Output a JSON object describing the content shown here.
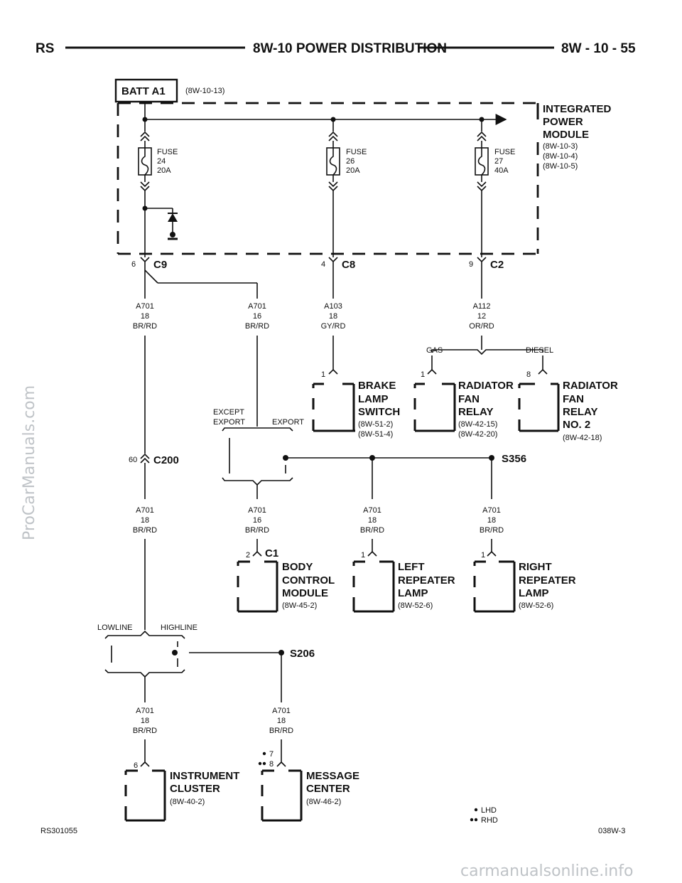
{
  "header": {
    "left": "RS",
    "title": "8W-10 POWER DISTRIBUTION",
    "right": "8W - 10 - 55"
  },
  "source": {
    "label": "BATT A1",
    "ref": "(8W-10-13)"
  },
  "module": {
    "lines": [
      "INTEGRATED",
      "POWER",
      "MODULE"
    ],
    "refs": [
      "(8W-10-3)",
      "(8W-10-4)",
      "(8W-10-5)"
    ]
  },
  "fuses": [
    {
      "lines": [
        "FUSE",
        "24",
        "20A"
      ]
    },
    {
      "lines": [
        "FUSE",
        "26",
        "20A"
      ]
    },
    {
      "lines": [
        "FUSE",
        "27",
        "40A"
      ]
    }
  ],
  "connectors": {
    "c9": {
      "pin": "6",
      "name": "C9"
    },
    "c8": {
      "pin": "4",
      "name": "C8"
    },
    "c2": {
      "pin": "9",
      "name": "C2"
    },
    "c200": {
      "pin": "60",
      "name": "C200"
    },
    "c1": {
      "pin": "2",
      "name": "C1"
    }
  },
  "wires": {
    "w1": [
      "A701",
      "18",
      "BR/RD"
    ],
    "w2": [
      "A701",
      "16",
      "BR/RD"
    ],
    "w3": [
      "A103",
      "18",
      "GY/RD"
    ],
    "w4": [
      "A112",
      "12",
      "OR/RD"
    ],
    "w5": [
      "A701",
      "18",
      "BR/RD"
    ],
    "w6": [
      "A701",
      "16",
      "BR/RD"
    ],
    "w7": [
      "A701",
      "18",
      "BR/RD"
    ],
    "w8": [
      "A701",
      "18",
      "BR/RD"
    ],
    "w9": [
      "A701",
      "18",
      "BR/RD"
    ],
    "w10": [
      "A701",
      "18",
      "BR/RD"
    ]
  },
  "options": {
    "gas": "GAS",
    "diesel": "DIESEL",
    "except_export": [
      "EXCEPT",
      "EXPORT"
    ],
    "export": "EXPORT",
    "lowline": "LOWLINE",
    "highline": "HIGHLINE"
  },
  "splices": {
    "s356": "S356",
    "s206": "S206"
  },
  "components": {
    "brake": {
      "pin": "1",
      "lines": [
        "BRAKE",
        "LAMP",
        "SWITCH"
      ],
      "refs": [
        "(8W-51-2)",
        "(8W-51-4)"
      ]
    },
    "fan1": {
      "pin": "1",
      "lines": [
        "RADIATOR",
        "FAN",
        "RELAY"
      ],
      "refs": [
        "(8W-42-15)",
        "(8W-42-20)"
      ]
    },
    "fan2": {
      "pin": "8",
      "lines": [
        "RADIATOR",
        "FAN",
        "RELAY",
        "NO. 2"
      ],
      "refs": [
        "(8W-42-18)"
      ]
    },
    "bcm": {
      "lines": [
        "BODY",
        "CONTROL",
        "MODULE"
      ],
      "refs": [
        "(8W-45-2)"
      ]
    },
    "left": {
      "pin": "1",
      "lines": [
        "LEFT",
        "REPEATER",
        "LAMP"
      ],
      "refs": [
        "(8W-52-6)"
      ]
    },
    "right": {
      "pin": "1",
      "lines": [
        "RIGHT",
        "REPEATER",
        "LAMP"
      ],
      "refs": [
        "(8W-52-6)"
      ]
    },
    "cluster": {
      "pin": "6",
      "lines": [
        "INSTRUMENT",
        "CLUSTER"
      ],
      "refs": [
        "(8W-40-2)"
      ]
    },
    "message": {
      "pins": [
        "7",
        "8"
      ],
      "lines": [
        "MESSAGE",
        "CENTER"
      ],
      "refs": [
        "(8W-46-2)"
      ]
    }
  },
  "legend": {
    "lhd": "LHD",
    "rhd": "RHD"
  },
  "footer": {
    "left": "RS301055",
    "right": "038W-3"
  },
  "watermarks": {
    "side": "ProCarManuals.com",
    "bottom": "carmanualsonline.info"
  }
}
